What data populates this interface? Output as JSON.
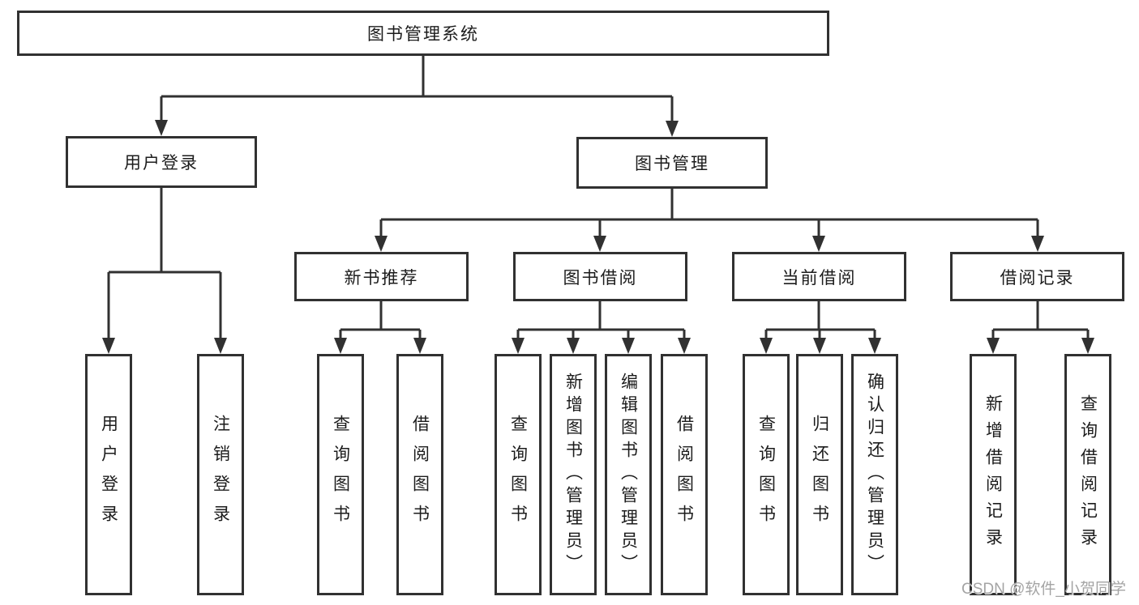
{
  "diagram": {
    "root": {
      "label": "图书管理系统"
    },
    "level1": [
      {
        "label": "用户登录"
      },
      {
        "label": "图书管理"
      }
    ],
    "level2": [
      {
        "label": "新书推荐"
      },
      {
        "label": "图书借阅"
      },
      {
        "label": "当前借阅"
      },
      {
        "label": "借阅记录"
      }
    ],
    "leaves": {
      "user_login": [
        "用户登录",
        "注销登录"
      ],
      "new_book": [
        "查询图书",
        "借阅图书"
      ],
      "book_borrow": [
        "查询图书",
        "新增图书（管理员）",
        "编辑图书（管理员）",
        "借阅图书"
      ],
      "current_borrow": [
        "查询图书",
        "归还图书",
        "确认归还（管理员）"
      ],
      "borrow_record": [
        "新增借阅记录",
        "查询借阅记录"
      ]
    }
  },
  "watermark": {
    "text": "CSDN @软件_小贺同学"
  },
  "colors": {
    "line": "#313131",
    "text": "#1c1c1c",
    "background": "#ffffff",
    "watermark": "#a4a4a4"
  }
}
